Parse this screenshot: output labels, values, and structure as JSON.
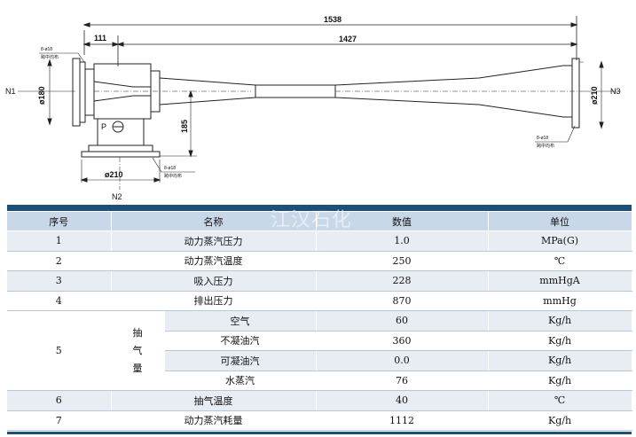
{
  "drawing": {
    "dim_total": "1538",
    "dim_inlet": "111",
    "dim_body": "1427",
    "dim_n1_dia": "ø180",
    "dim_n3_dia": "ø210",
    "dim_n2_dia": "ø210",
    "dim_height": "185",
    "nozzle_n1": "N1",
    "nozzle_n2": "N2",
    "nozzle_n3": "N3",
    "nozzle_p": "P",
    "bolt_spec": "8-ø18",
    "bolt_note": "跨中均布"
  },
  "table": {
    "headers": [
      "序号",
      "名称",
      "数值",
      "单位"
    ],
    "rows": [
      {
        "no": "1",
        "name": "动力蒸汽压力",
        "value": "1.0",
        "unit": "MPa(G)"
      },
      {
        "no": "2",
        "name": "动力蒸汽温度",
        "value": "250",
        "unit": "℃"
      },
      {
        "no": "3",
        "name": "吸入压力",
        "value": "228",
        "unit": "mmHgA"
      },
      {
        "no": "4",
        "name": "排出压力",
        "value": "870",
        "unit": "mmHg"
      }
    ],
    "group": {
      "no": "5",
      "label_chars": [
        "抽",
        "气",
        "量"
      ],
      "items": [
        {
          "name": "空气",
          "value": "60",
          "unit": "Kg/h"
        },
        {
          "name": "不凝油汽",
          "value": "360",
          "unit": "Kg/h"
        },
        {
          "name": "可凝油汽",
          "value": "0.0",
          "unit": "Kg/h"
        },
        {
          "name": "水蒸汽",
          "value": "76",
          "unit": "Kg/h"
        }
      ]
    },
    "tail_rows": [
      {
        "no": "6",
        "name": "抽气温度",
        "value": "40",
        "unit": "℃"
      },
      {
        "no": "7",
        "name": "动力蒸汽耗量",
        "value": "1112",
        "unit": "Kg/h"
      }
    ]
  },
  "watermark": "江汉石化"
}
